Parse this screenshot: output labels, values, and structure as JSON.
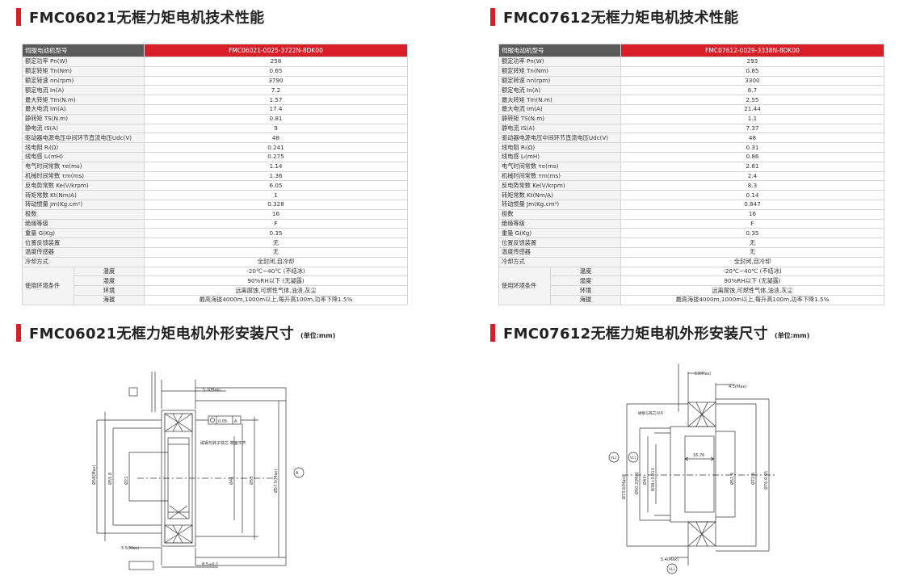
{
  "left": {
    "spec_title": "FMC06021无框力矩电机技术性能",
    "header_label": "伺服电动机型号",
    "model": "FMC06021-0025-3722N-8DK00",
    "rows": [
      {
        "label": "额定功率 Pn(W)",
        "value": "258"
      },
      {
        "label": "额定转矩 Tn(Nm)",
        "value": "0.65"
      },
      {
        "label": "额定转速 nn(rpm)",
        "value": "3790"
      },
      {
        "label": "额定电流 In(A)",
        "value": "7.2"
      },
      {
        "label": "最大转矩 Tm(N.m)",
        "value": "1.57"
      },
      {
        "label": "最大电流 Im(A)",
        "value": "17.4"
      },
      {
        "label": "静转矩 TS(N.m)",
        "value": "0.81"
      },
      {
        "label": "静电流 IS(A)",
        "value": "9"
      },
      {
        "label": "驱动器电源电压中间环节直流电压Udc(V)",
        "value": "48"
      },
      {
        "label": "线电阻 Rₗ(Ω)",
        "value": "0.241"
      },
      {
        "label": "线电感 Lₗ(mH)",
        "value": "0.275"
      },
      {
        "label": "电气时间常数 τe(ms)",
        "value": "1.14"
      },
      {
        "label": "机械时间常数 τm(ms)",
        "value": "1.36"
      },
      {
        "label": "反电势常数 Ke(V/krpm)",
        "value": "6.05"
      },
      {
        "label": "转矩常数 Kt(Nm/A)",
        "value": "1"
      },
      {
        "label": "转动惯量 Jm(Kg.cm²)",
        "value": "0.328"
      },
      {
        "label": "极数",
        "value": "16"
      },
      {
        "label": "绝缘等级",
        "value": "F"
      },
      {
        "label": "重量 G(Kg)",
        "value": "0.35"
      },
      {
        "label": "位置反馈装置",
        "value": "无"
      },
      {
        "label": "温度传感器",
        "value": "无"
      },
      {
        "label": "冷却方式",
        "value": "全封闭,自冷却"
      }
    ],
    "env_label": "使用环境条件",
    "env_rows": [
      {
        "label": "温度",
        "value": "-20℃~40℃ (不结冰)"
      },
      {
        "label": "湿度",
        "value": "90%RH以下 (无凝露)"
      },
      {
        "label": "环境",
        "value": "远离腐蚀,可燃性气体,油渍,灰尘"
      },
      {
        "label": "海拔",
        "value": "最高海拔4000m,1000m以上,每升高100m,功率下降1.5%"
      }
    ],
    "dim_title": "FMC06021无框力矩电机外形安装尺寸",
    "dim_unit": "(单位:mm)",
    "drawing": {
      "dim_top": "5.3(Max)",
      "dim_bottom_left": "5.5(Max)",
      "dim_bottom_right": "8.5+0.2",
      "note": "磁钢与转子铁芯\n端面平齐",
      "tol_label": "0.05",
      "tol_ref": "A",
      "datum": "A",
      "d1": "Ø58(Max)",
      "d2": "Ø55.8",
      "d3": "Ø22",
      "d4": "Ø41",
      "d5": "Ø53",
      "d6": "Ø57.5(Max)"
    }
  },
  "right": {
    "spec_title": "FMC07612无框力矩电机技术性能",
    "header_label": "伺服电动机型号",
    "model": "FMC07612-0029-3338N-8DK00",
    "rows": [
      {
        "label": "额定功率 Pn(W)",
        "value": "293"
      },
      {
        "label": "额定转矩 Tn(Nm)",
        "value": "0.85"
      },
      {
        "label": "额定转速 nn(rpm)",
        "value": "3300"
      },
      {
        "label": "额定电流 In(A)",
        "value": "6.7"
      },
      {
        "label": "最大转矩 Tm(N.m)",
        "value": "2.55"
      },
      {
        "label": "最大电流 Im(A)",
        "value": "21.44"
      },
      {
        "label": "静转矩 TS(N.m)",
        "value": "1.1"
      },
      {
        "label": "静电流 IS(A)",
        "value": "7.37"
      },
      {
        "label": "驱动器电源电压中间环节直流电压Udc(V)",
        "value": "48"
      },
      {
        "label": "线电阻 Rₗ(Ω)",
        "value": "0.31"
      },
      {
        "label": "线电感 Lₗ(mH)",
        "value": "0.86"
      },
      {
        "label": "电气时间常数 τe(ms)",
        "value": "2.81"
      },
      {
        "label": "机械时间常数 τm(ms)",
        "value": "2.4"
      },
      {
        "label": "反电势常数 Ke(V/krpm)",
        "value": "8.3"
      },
      {
        "label": "转矩常数 Kt(Nm/A)",
        "value": "0.14"
      },
      {
        "label": "转动惯量 Jm(Kg.cm²)",
        "value": "0.847"
      },
      {
        "label": "极数",
        "value": "16"
      },
      {
        "label": "绝缘等级",
        "value": "F"
      },
      {
        "label": "重量 G(Kg)",
        "value": "0.35"
      },
      {
        "label": "位置反馈装置",
        "value": "无"
      },
      {
        "label": "温度传感器",
        "value": "无"
      },
      {
        "label": "冷却方式",
        "value": "全封闭,自冷却"
      }
    ],
    "env_label": "使用环境条件",
    "env_rows": [
      {
        "label": "温度",
        "value": "-20℃~40℃ (不结冰)"
      },
      {
        "label": "湿度",
        "value": "90%RH以下 (无凝露)"
      },
      {
        "label": "环境",
        "value": "远离腐蚀,可燃性气体,油渍,灰尘"
      },
      {
        "label": "海拔",
        "value": "最高海拔4000m,1000m以上,每升高100m,功率下降1.5%"
      }
    ],
    "dim_title": "FMC07612无框力矩电机外形安装尺寸",
    "dim_unit": "(单位:mm)",
    "drawing": {
      "dim_top_left": "13(Max)",
      "dim_top_right": "4.5(Max)",
      "dim_bottom": "5.4(Max)",
      "note": "磁钢与铁芯对齐",
      "inner": "16.76",
      "d_outer_left": "Ø73.6(Max)",
      "d_left2": "Ø50.2(Min)",
      "d_left3": "Ø43",
      "d_left4": "Ø38+0.013",
      "d_right1": "Ø51.6",
      "d_right2": "Ø72.6",
      "d_right3": "Ø76-0.05",
      "datum": "VL1"
    }
  }
}
